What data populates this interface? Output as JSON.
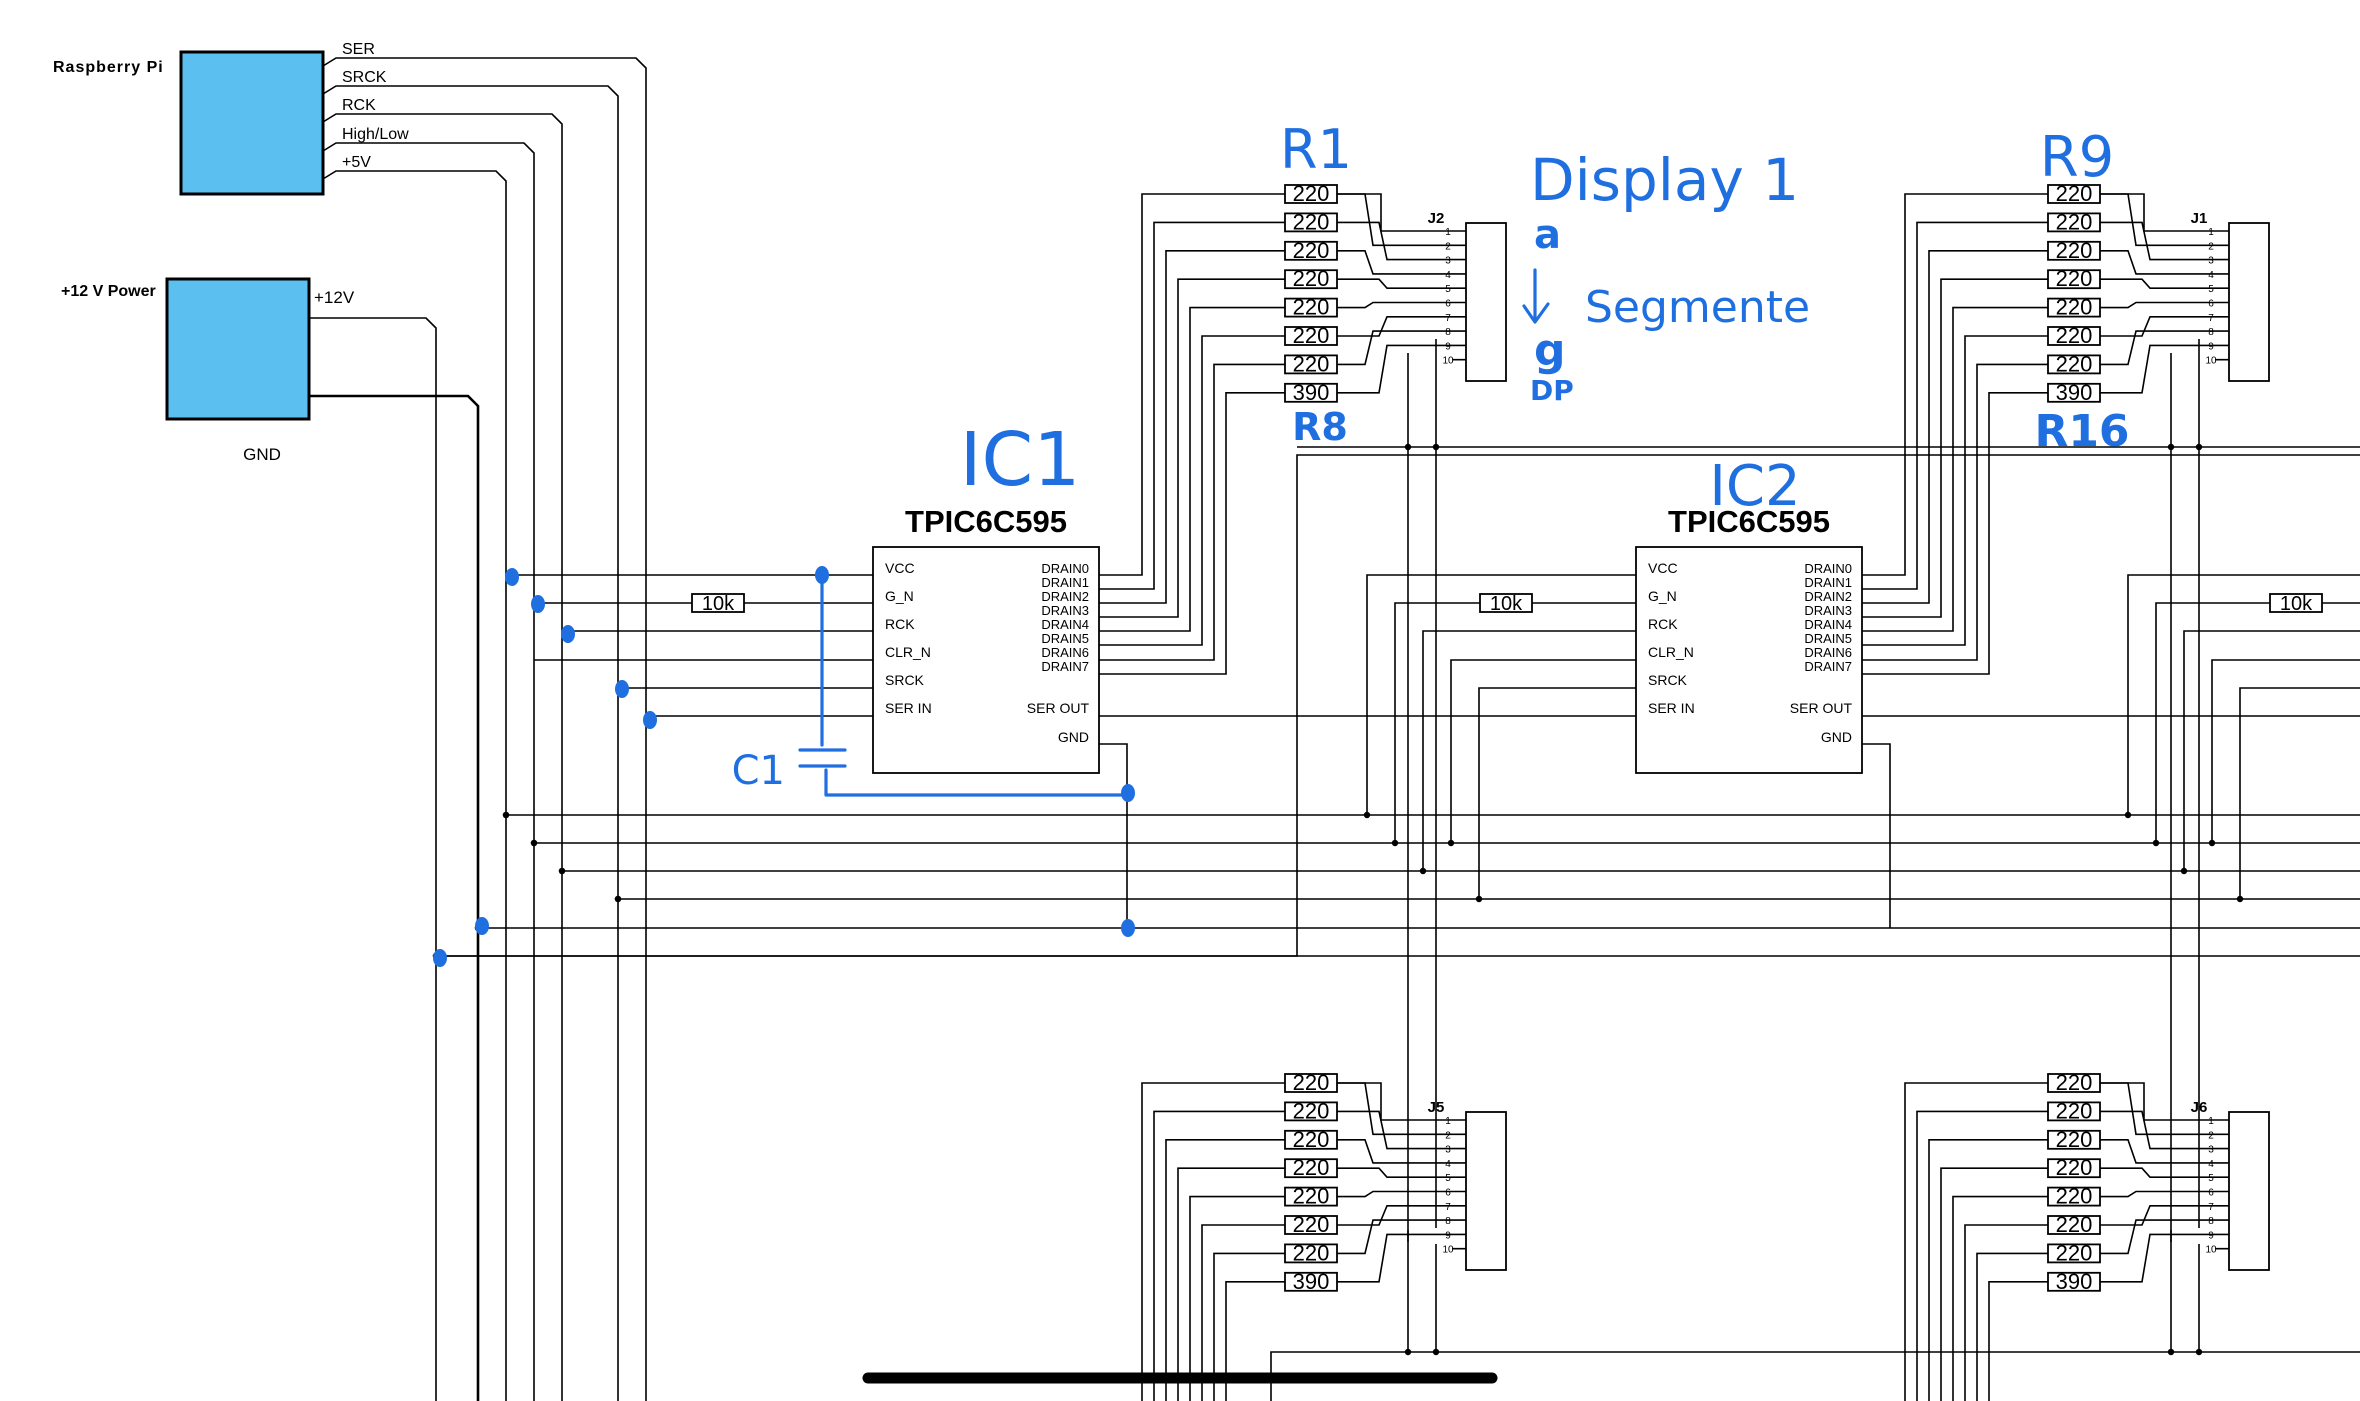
{
  "raspberry_pi": {
    "label": "Raspberry Pi",
    "color": "#5bc0f0",
    "pins": [
      "SER",
      "SRCK",
      "RCK",
      "High/Low",
      "+5V"
    ]
  },
  "power": {
    "label": "+12 V Power",
    "pin": "+12V",
    "gnd": "GND"
  },
  "ic": {
    "part": "TPIC6C595",
    "left_pins": [
      "VCC",
      "G_N",
      "RCK",
      "CLR_N",
      "SRCK",
      "SER IN"
    ],
    "right_pins": [
      "DRAIN0",
      "DRAIN1",
      "DRAIN2",
      "DRAIN3",
      "DRAIN4",
      "DRAIN5",
      "DRAIN6",
      "DRAIN7"
    ],
    "ser_out": "SER OUT",
    "gnd": "GND",
    "pullup": "10k"
  },
  "resistors": [
    "220",
    "220",
    "220",
    "220",
    "220",
    "220",
    "220",
    "390"
  ],
  "connectors": [
    "J2",
    "J1",
    "J5",
    "J6"
  ],
  "connector_pins": [
    "1",
    "2",
    "3",
    "4",
    "5",
    "6",
    "7",
    "8",
    "9",
    "10"
  ],
  "annotations": {
    "ic1": "IC1",
    "ic2": "IC2",
    "r1": "R1",
    "r8": "R8",
    "r9": "R9",
    "r16": "R16",
    "c1": "C1",
    "display": "Display 1",
    "seg_a": "a",
    "seg_g": "g",
    "seg_dp": "DP",
    "segmente": "Segmente",
    "ink_color": "#1f6fe0"
  }
}
